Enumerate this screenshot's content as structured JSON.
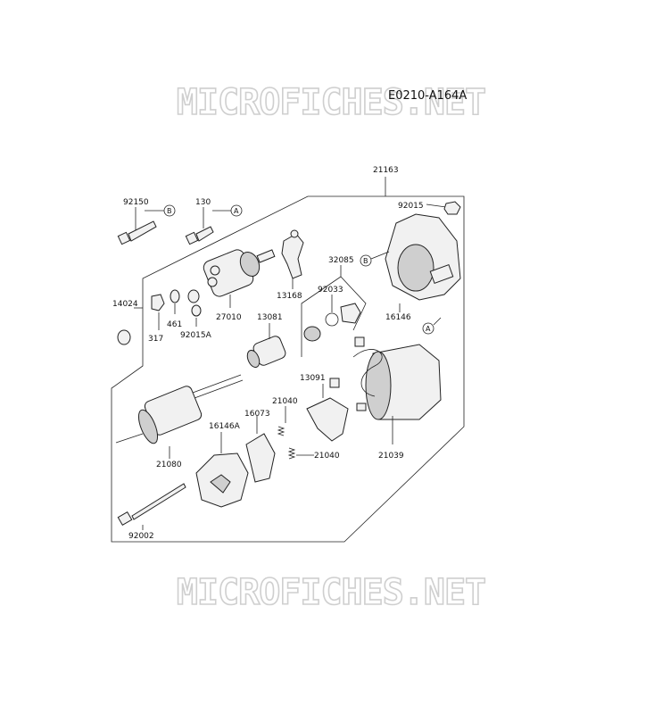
{
  "watermark_top": "MICROFICHES.NET",
  "watermark_bottom": "MICROFICHES.NET",
  "diagram_code": "E0210-A164A",
  "parts": {
    "p21163": "21163",
    "p92150": "92150",
    "p130": "130",
    "p92015": "92015",
    "p32085": "32085",
    "p14024": "14024",
    "p13168": "13168",
    "p92033": "92033",
    "p16146": "16146",
    "p27010": "27010",
    "p13081": "13081",
    "p461": "461",
    "p317": "317",
    "p92015A": "92015A",
    "p13091": "13091",
    "p21040a": "21040",
    "p16073": "16073",
    "p16146A": "16146A",
    "p21040b": "21040",
    "p21039": "21039",
    "p21080": "21080",
    "p92002": "92002"
  },
  "refs": {
    "b1": "B",
    "a1": "A",
    "b2": "B",
    "a2": "A"
  }
}
